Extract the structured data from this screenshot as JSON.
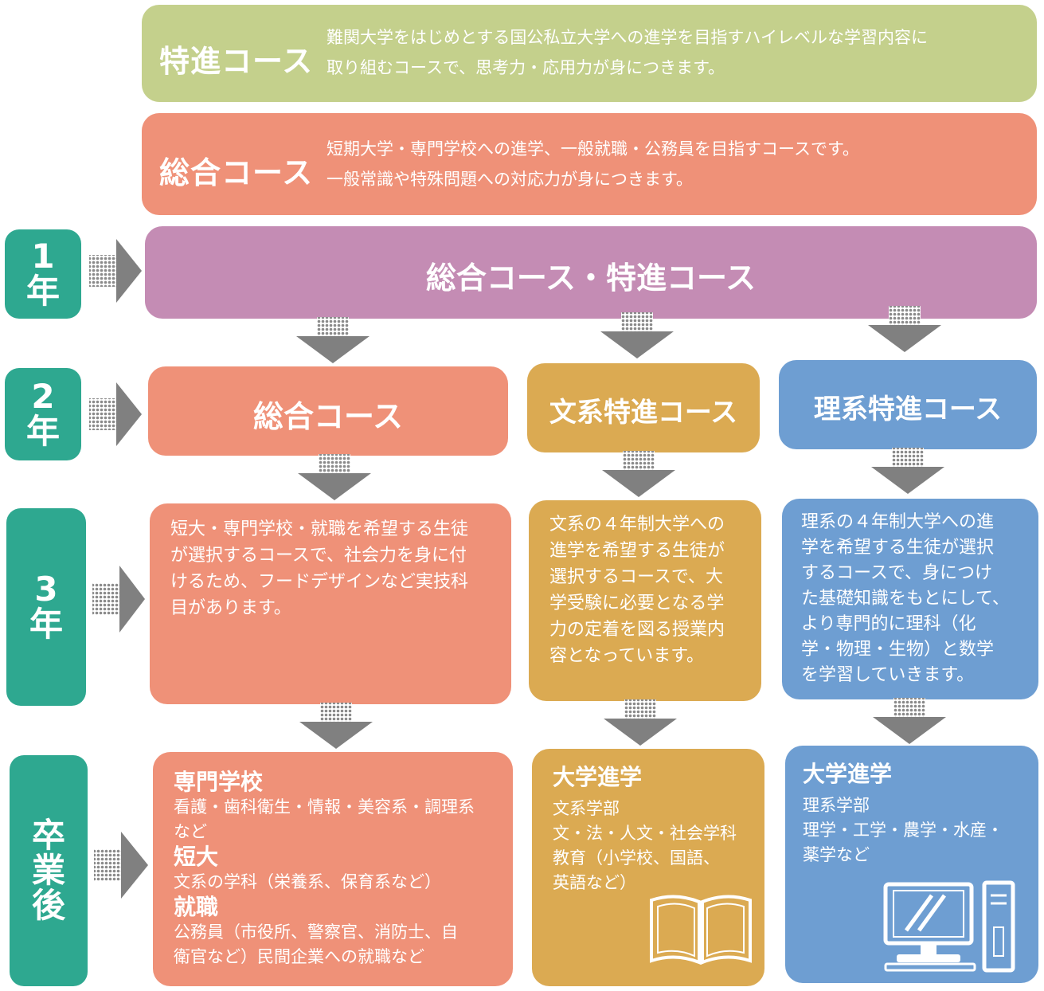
{
  "colors": {
    "tokushin": "#c4d08c",
    "sogo": "#ef9178",
    "year1": "#c48cb4",
    "bunkei": "#dbaa52",
    "rikei": "#6e9ed2",
    "badge": "#2ea890",
    "arrow": "#808080"
  },
  "intro": {
    "tokushin": {
      "name": "特進コース",
      "desc_line1": "難関大学をはじめとする国公私立大学への進学を目指すハイレベルな学習内容に",
      "desc_line2": "取り組むコースで、思考力・応用力が身につきます。"
    },
    "sogo": {
      "name": "総合コース",
      "desc_line1": "短期大学・専門学校への進学、一般就職・公務員を目指すコースです。",
      "desc_line2": "一般常識や特殊問題への対応力が身につきます。"
    }
  },
  "years": {
    "y1": {
      "num": "1",
      "unit": "年"
    },
    "y2": {
      "num": "2",
      "unit": "年"
    },
    "y3": {
      "num": "3",
      "unit": "年"
    },
    "grad": {
      "c1": "卒",
      "c2": "業",
      "c3": "後"
    }
  },
  "year1_box": {
    "title": "総合コース・特進コース"
  },
  "year2": {
    "sogo": "総合コース",
    "bunkei": "文系特進コース",
    "rikei": "理系特進コース"
  },
  "year3": {
    "sogo": [
      "短大・専門学校・就職を希望する生徒",
      "が選択するコースで、社会力を身に付",
      "けるため、フードデザインなど実技科",
      "目があります。"
    ],
    "bunkei": [
      "文系の４年制大学への",
      "進学を希望する生徒が",
      "選択するコースで、大",
      "学受験に必要となる学",
      "力の定着を図る授業内",
      "容となっています。"
    ],
    "rikei": [
      "理系の４年制大学への進",
      "学を希望する生徒が選択",
      "するコースで、身につけ",
      "た基礎知識をもとにして、",
      "より専門的に理科（化",
      "学・物理・生物）と数学",
      "を学習していきます。"
    ]
  },
  "after": {
    "sogo": {
      "h1": "専門学校",
      "l1a": "看護・歯科衛生・情報・美容系・調理系",
      "l1b": "など",
      "h2": "短大",
      "l2": "文系の学科（栄養系、保育系など）",
      "h3": "就職",
      "l3a": "公務員（市役所、警察官、消防士、自",
      "l3b": "衛官など）民間企業への就職など"
    },
    "bunkei": {
      "h": "大学進学",
      "l1": "文系学部",
      "l2": "文・法・人文・社会学科",
      "l3": "教育（小学校、国語、",
      "l4": "英語など）"
    },
    "rikei": {
      "h": "大学進学",
      "l1": "理系学部",
      "l2": "理学・工学・農学・水産・",
      "l3": "薬学など"
    }
  }
}
